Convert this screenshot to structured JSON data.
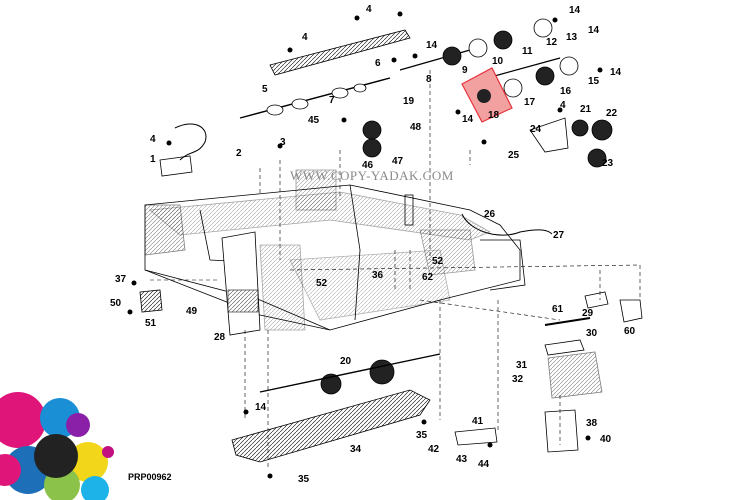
{
  "diagram": {
    "watermark": "WWW.COPY-YADAK.COM",
    "figure_code": "PRP00962",
    "highlight_color": "#e8323c",
    "callouts": [
      "1",
      "2",
      "3",
      "4",
      "4",
      "4",
      "4",
      "5",
      "6",
      "7",
      "8",
      "9",
      "10",
      "11",
      "12",
      "13",
      "14",
      "14",
      "14",
      "14",
      "14",
      "14",
      "15",
      "16",
      "17",
      "18",
      "19",
      "20",
      "21",
      "22",
      "23",
      "24",
      "25",
      "26",
      "27",
      "28",
      "29",
      "30",
      "31",
      "32",
      "34",
      "35",
      "35",
      "36",
      "37",
      "38",
      "40",
      "41",
      "42",
      "43",
      "44",
      "45",
      "46",
      "47",
      "48",
      "49",
      "50",
      "51",
      "52",
      "52",
      "60",
      "61",
      "62"
    ],
    "highlighted_callout": "18"
  }
}
